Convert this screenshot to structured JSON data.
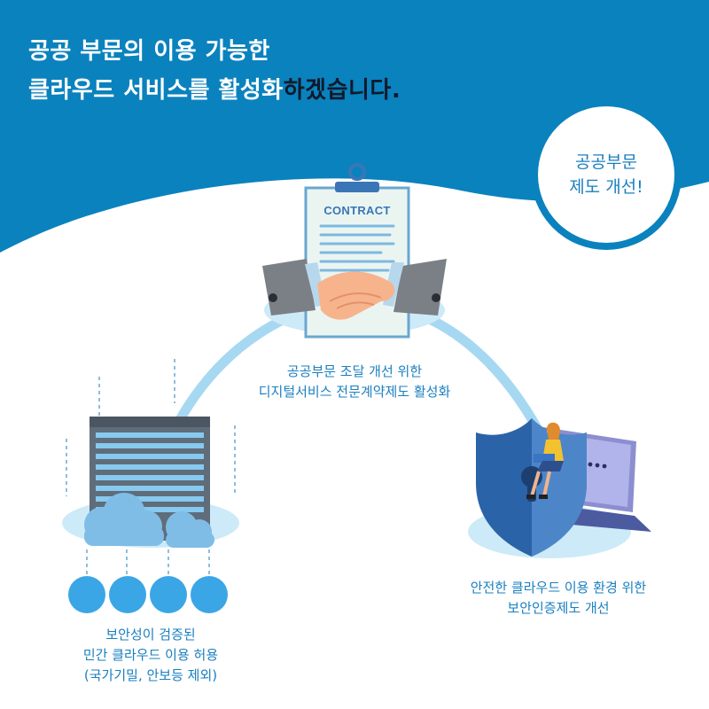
{
  "header": {
    "title_line1": "공공 부문의 이용 가능한",
    "title_line2_highlight": "클라우드 서비스를 활성화",
    "title_line2_rest": "하겠습니다."
  },
  "badge": {
    "line1": "공공부문",
    "line2": "제도 개선!"
  },
  "contract": {
    "label": "CONTRACT"
  },
  "center_caption": {
    "line1": "공공부문 조달 개선 위한",
    "line2": "디지털서비스 전문계약제도 활성화"
  },
  "left_caption": {
    "line1": "보안성이 검증된",
    "line2": "민간 클라우드 이용 허용",
    "line3": "(국가기밀, 안보등 제외)"
  },
  "right_caption": {
    "line1": "안전한 클라우드 이용 환경 위한",
    "line2": "보안인증제도 개선"
  },
  "colors": {
    "header_blue": "#0a82be",
    "caption_blue": "#1a7fbf",
    "arc_light_blue": "#a6d8f2",
    "circle_blue": "#3aa6e6",
    "title_dark": "#0f1a2b"
  },
  "icons": [
    "contract-icon",
    "handshake-icon",
    "server-icon",
    "cloud-icon",
    "shield-lock-icon",
    "laptop-icon",
    "person-icon"
  ]
}
